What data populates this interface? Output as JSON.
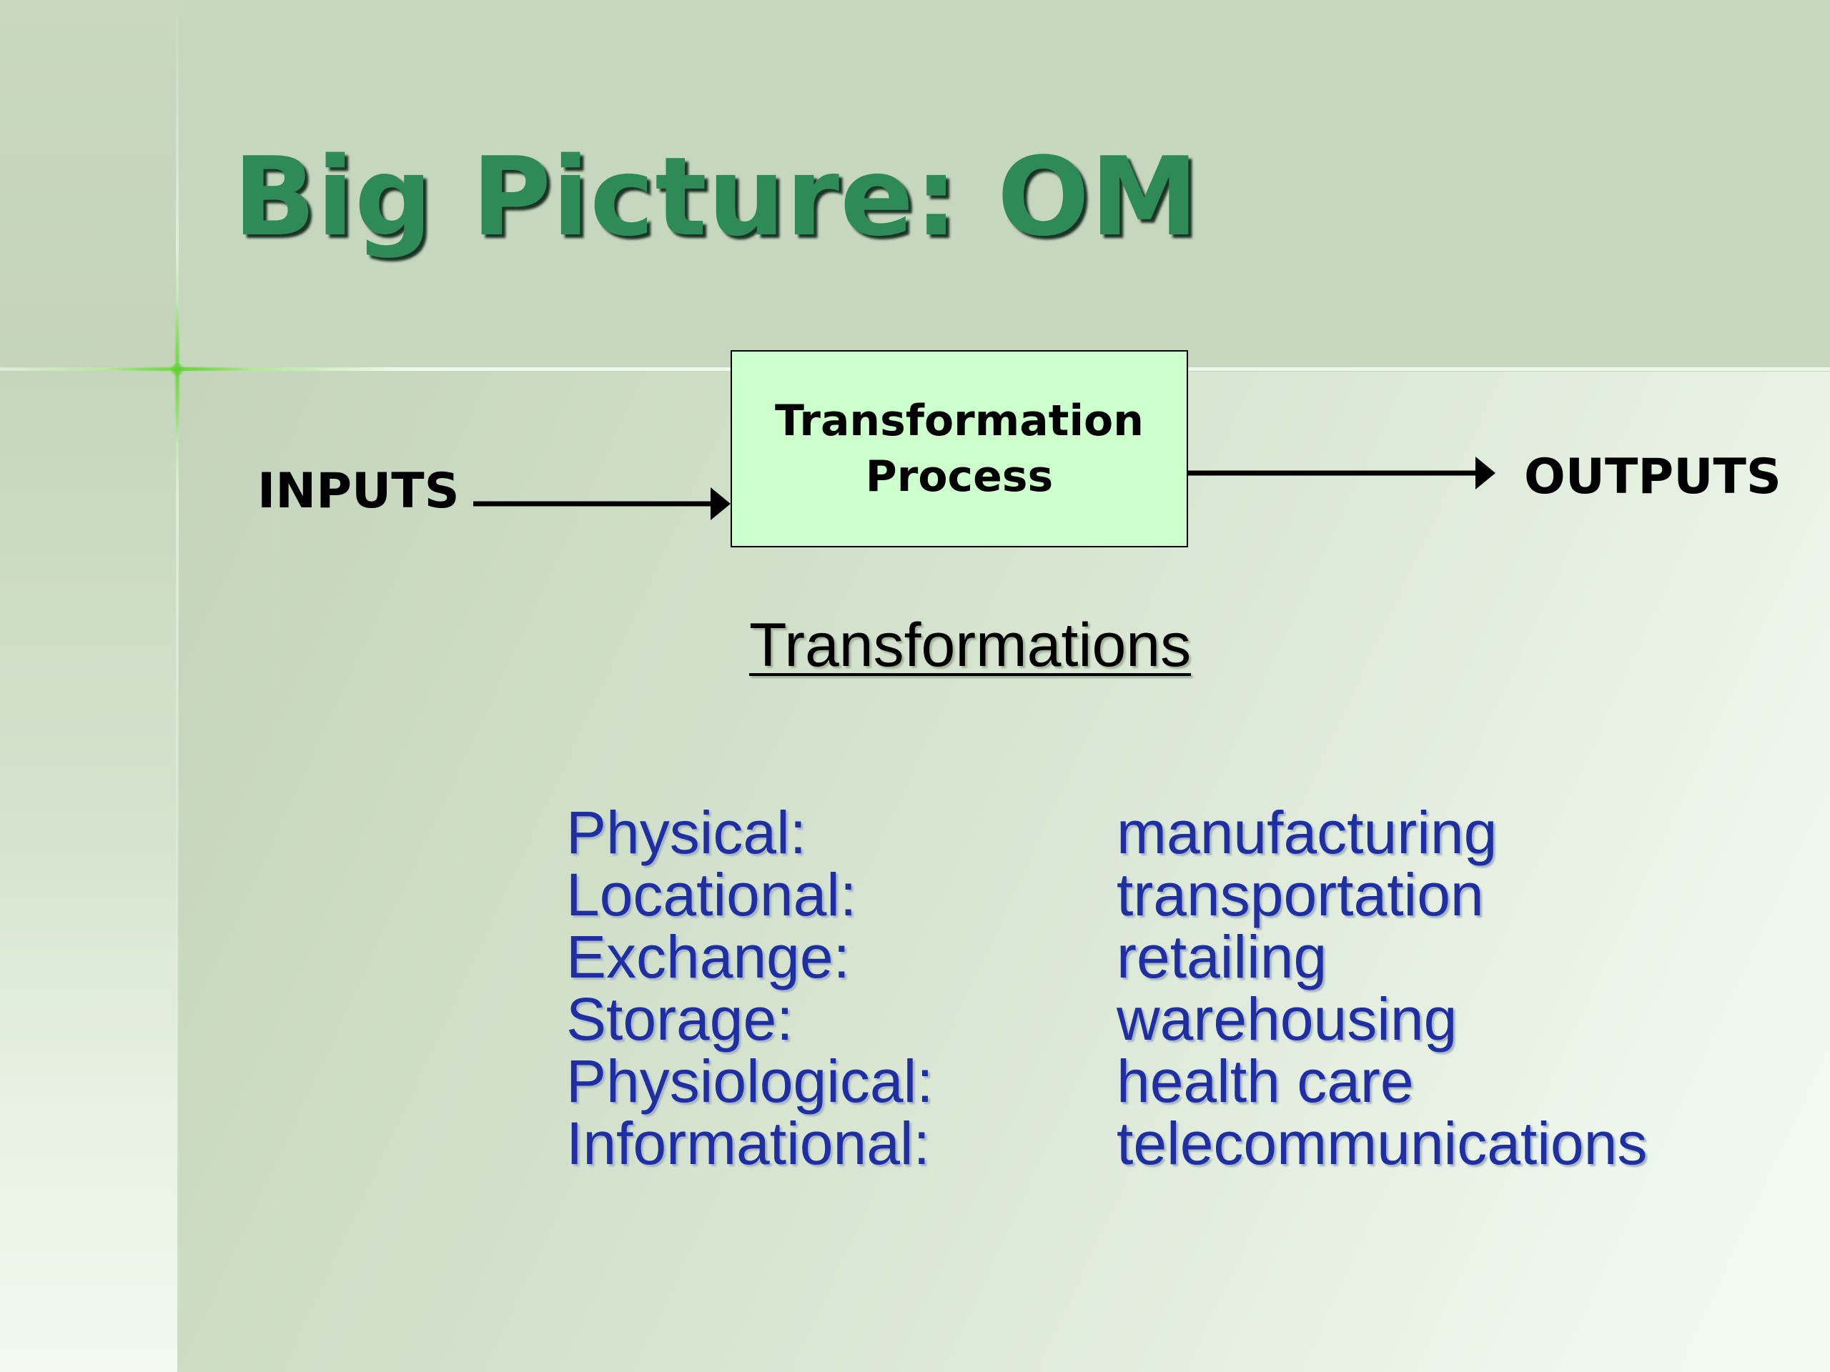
{
  "slide": {
    "title": "Big Picture: OM",
    "flow": {
      "inputs_label": "INPUTS",
      "process_label_line1": "Transformation",
      "process_label_line2": "Process",
      "outputs_label": "OUTPUTS"
    },
    "section_heading": "Transformations",
    "transformations": [
      {
        "type": "Physical:",
        "example": "manufacturing"
      },
      {
        "type": "Locational:",
        "example": "transportation"
      },
      {
        "type": "Exchange:",
        "example": "retailing"
      },
      {
        "type": "Storage:",
        "example": "warehousing"
      },
      {
        "type": "Physiological:",
        "example": "health care"
      },
      {
        "type": "Informational:",
        "example": "telecommunications"
      }
    ]
  },
  "colors": {
    "title": "#2e8b57",
    "list_text": "#1f2ea0",
    "process_fill": "#ccffcc",
    "background": "#c6d7bf"
  }
}
